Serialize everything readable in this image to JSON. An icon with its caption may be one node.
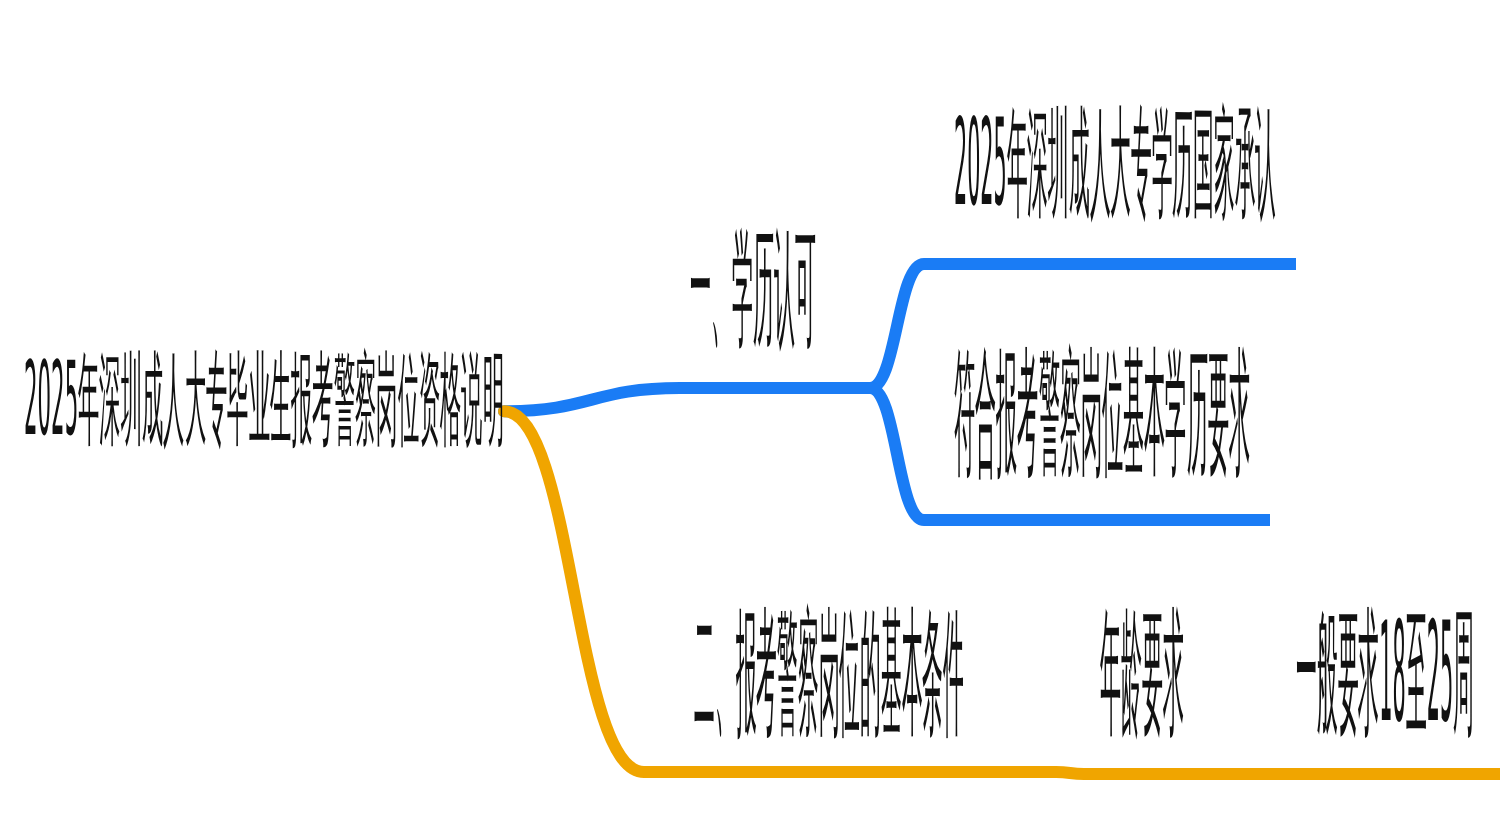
{
  "diagram": {
    "nodes": [
      {
        "text": [
          "2025年深圳成人大专毕业生报考警察岗位资格说明"
        ]
      },
      {
        "text": [
          "一、学历认可"
        ]
      },
      {
        "text": [
          "2025年深圳成人大专学历国家承认"
        ]
      },
      {
        "text": [
          "符合报考警察岗位基本学历要求"
        ]
      },
      {
        "text": [
          "二、报考警察岗位的基本条件"
        ]
      },
      {
        "text": [
          "年龄要求"
        ]
      },
      {
        "text": [
          "一般要求18至25周"
        ]
      }
    ],
    "edges": [
      {
        "from": 0,
        "to": 1,
        "arrow": "none",
        "color": "#1a7cf5"
      },
      {
        "from": 1,
        "to": 2,
        "arrow": "none",
        "color": "#1a7cf5"
      },
      {
        "from": 1,
        "to": 3,
        "arrow": "none",
        "color": "#1a7cf5"
      },
      {
        "from": 0,
        "to": 4,
        "arrow": "none",
        "color": "#f0a500"
      },
      {
        "from": 4,
        "to": 5,
        "arrow": "none",
        "color": "#f0a500"
      },
      {
        "from": 5,
        "to": 6,
        "arrow": "none",
        "color": "#f0a500"
      }
    ]
  }
}
